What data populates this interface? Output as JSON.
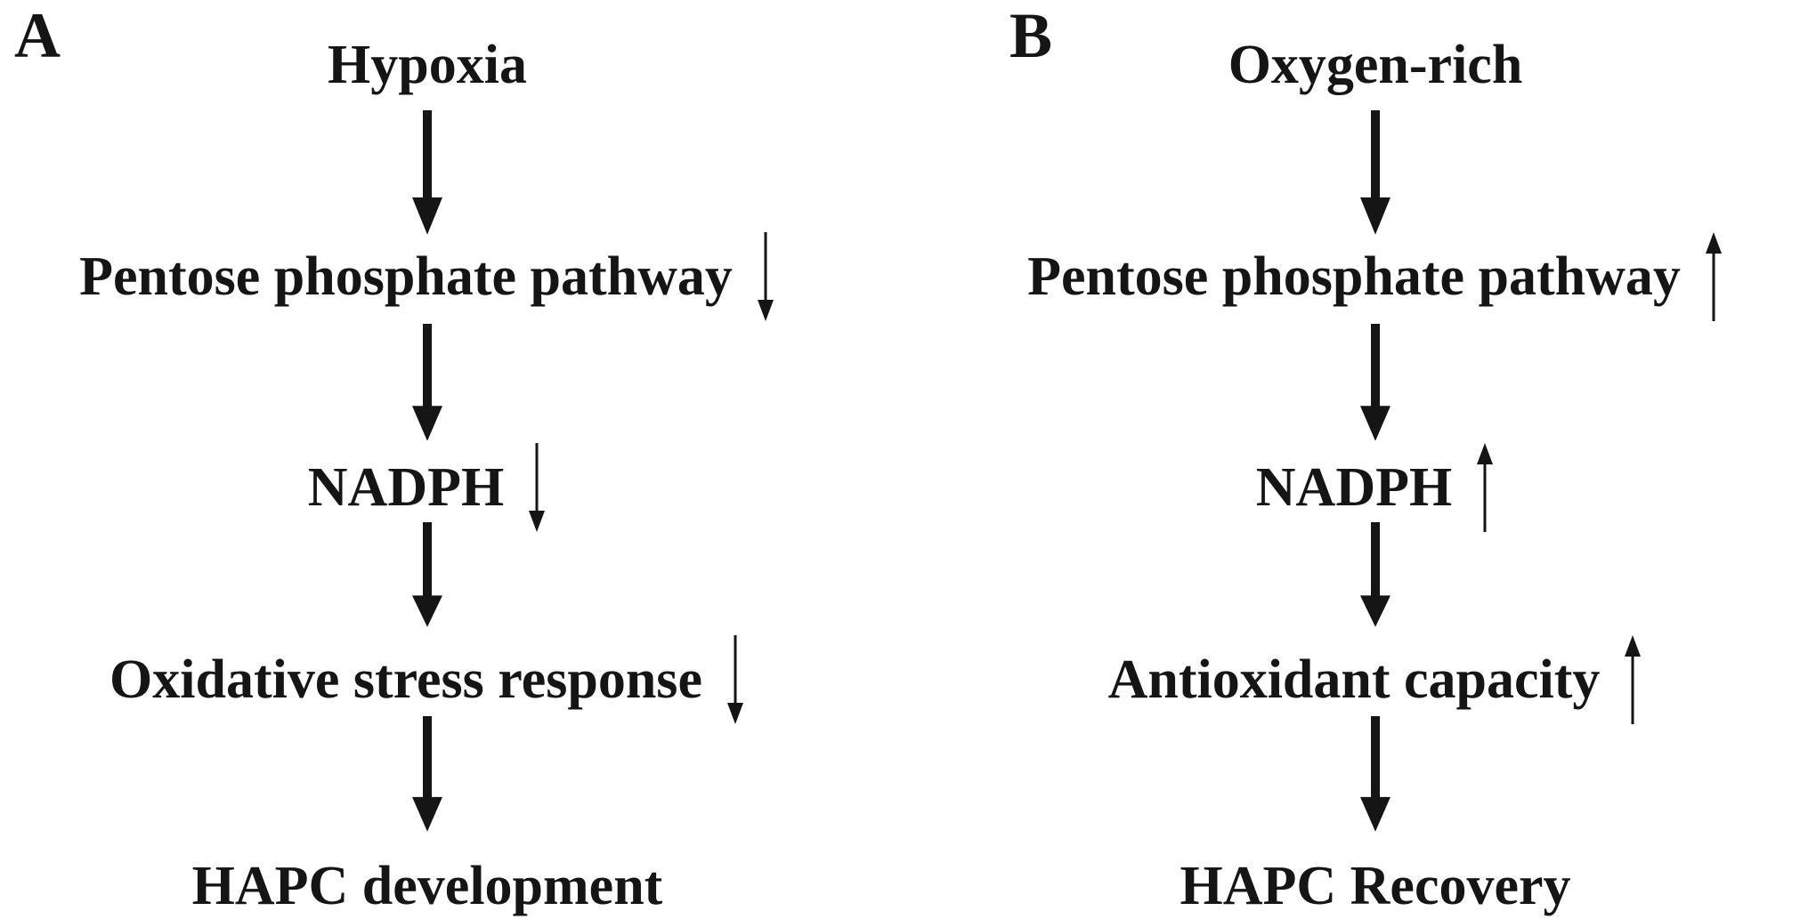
{
  "figure": {
    "colors": {
      "background": "#ffffff",
      "ink": "#151515"
    },
    "panels": [
      {
        "label": "A",
        "nodes": [
          {
            "text": "Hypoxia",
            "trend": null
          },
          {
            "text": "Pentose phosphate pathway",
            "trend": "down"
          },
          {
            "text": "NADPH",
            "trend": "down"
          },
          {
            "text": "Oxidative stress response",
            "trend": "down"
          },
          {
            "text": "HAPC development",
            "trend": null
          }
        ]
      },
      {
        "label": "B",
        "nodes": [
          {
            "text": "Oxygen-rich",
            "trend": null
          },
          {
            "text": "Pentose phosphate pathway",
            "trend": "up"
          },
          {
            "text": "NADPH",
            "trend": "up"
          },
          {
            "text": "Antioxidant capacity",
            "trend": "up"
          },
          {
            "text": "HAPC Recovery",
            "trend": null
          }
        ]
      }
    ]
  }
}
